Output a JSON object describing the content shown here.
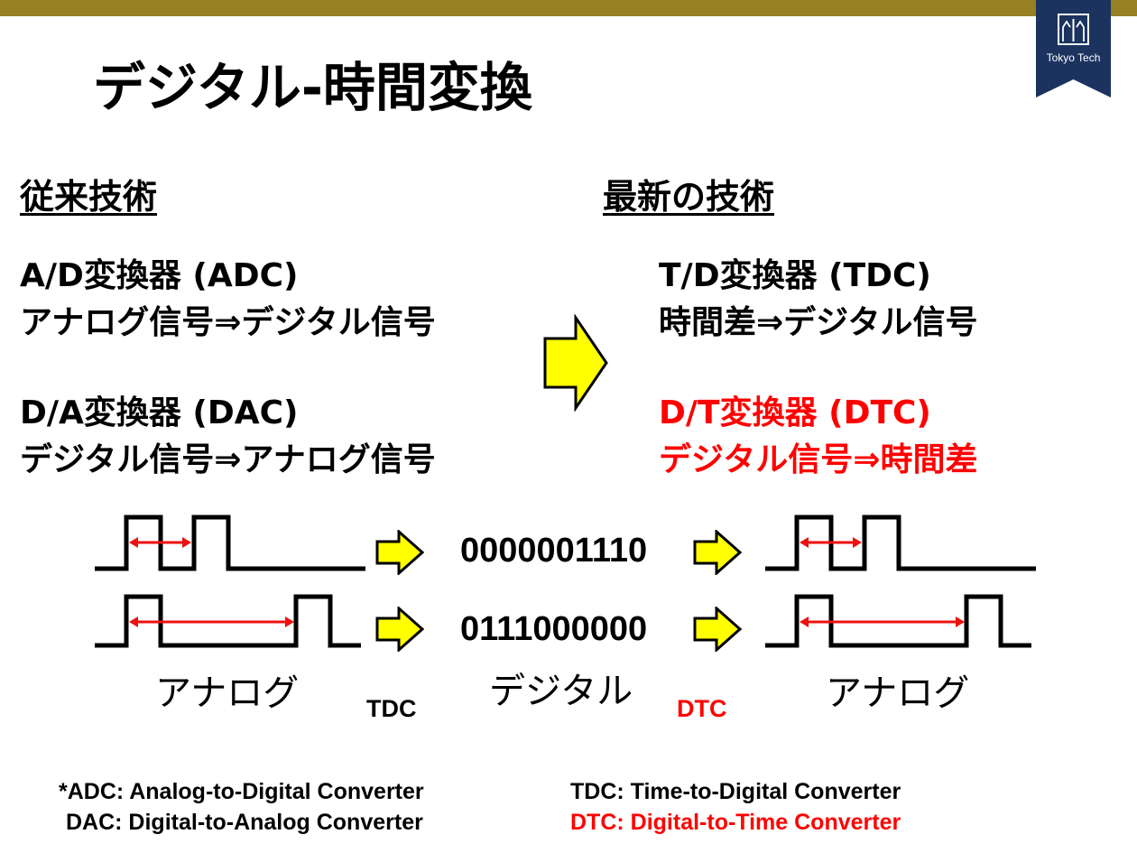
{
  "colors": {
    "top_bar": "#968021",
    "badge": "#1c3360",
    "accent_red": "#ff0000",
    "arrow_fill": "#ffff00"
  },
  "badge": {
    "label": "Tokyo Tech",
    "logo": "tokyo-tech-logo"
  },
  "title": "デジタル-時間変換",
  "left": {
    "heading": "従来技術",
    "adc_title": "A/D変換器 (ADC)",
    "adc_desc": "アナログ信号⇒デジタル信号",
    "dac_title": "D/A変換器 (DAC)",
    "dac_desc": "デジタル信号⇒アナログ信号"
  },
  "right": {
    "heading": "最新の技術",
    "tdc_title": "T/D変換器 (TDC)",
    "tdc_desc": "時間差⇒デジタル信号",
    "dtc_title": "D/T変換器 (DTC)",
    "dtc_desc": "デジタル信号⇒時間差"
  },
  "diagram": {
    "code_row1": "0000001110",
    "code_row2": "0111000000",
    "label_analog_left": "アナログ",
    "label_digital": "デジタル",
    "label_analog_right": "アナログ",
    "conv_tdc": "TDC",
    "conv_dtc": "DTC"
  },
  "footnotes": {
    "adc": "*ADC: Analog-to-Digital Converter",
    "dac": "DAC: Digital-to-Analog Converter",
    "tdc": "TDC: Time-to-Digital Converter",
    "dtc": "DTC: Digital-to-Time Converter"
  }
}
